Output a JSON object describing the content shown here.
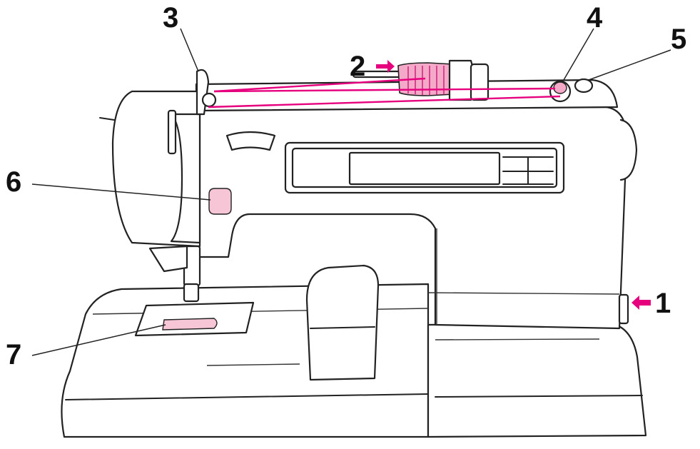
{
  "callouts": [
    {
      "id": "1",
      "label": "1"
    },
    {
      "id": "2",
      "label": "2"
    },
    {
      "id": "3",
      "label": "3"
    },
    {
      "id": "4",
      "label": "4"
    },
    {
      "id": "5",
      "label": "5"
    },
    {
      "id": "6",
      "label": "6"
    },
    {
      "id": "7",
      "label": "7"
    }
  ],
  "colors": {
    "thread": "#e6007e",
    "highlight": "#f6c6d6",
    "outline": "#222222",
    "arrow": "#e6007e"
  }
}
